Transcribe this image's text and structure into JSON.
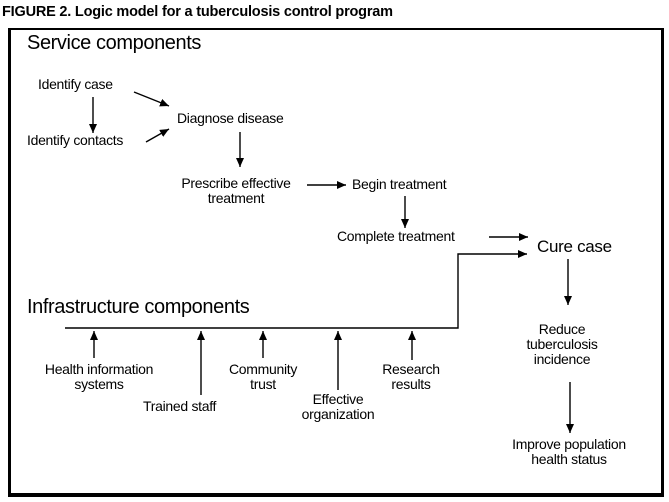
{
  "figure": {
    "title": "FIGURE 2. Logic model for a tuberculosis control program"
  },
  "sections": {
    "service_heading": "Service components",
    "infrastructure_heading": "Infrastructure components"
  },
  "nodes": {
    "identify_case": "Identify case",
    "identify_contacts": "Identify contacts",
    "diagnose_disease": "Diagnose disease",
    "prescribe_effective_treatment": "Prescribe effective\ntreatment",
    "begin_treatment": "Begin treatment",
    "complete_treatment": "Complete treatment",
    "cure_case": "Cure case",
    "reduce_tuberculosis_incidence": "Reduce\ntuberculosis\nincidence",
    "improve_population_health_status": "Improve population\nhealth status",
    "health_information_systems": "Health information\nsystems",
    "trained_staff": "Trained staff",
    "community_trust": "Community\ntrust",
    "effective_organization": "Effective\norganization",
    "research_results": "Research\nresults"
  },
  "colors": {
    "ink": "#000000",
    "background": "#ffffff"
  }
}
